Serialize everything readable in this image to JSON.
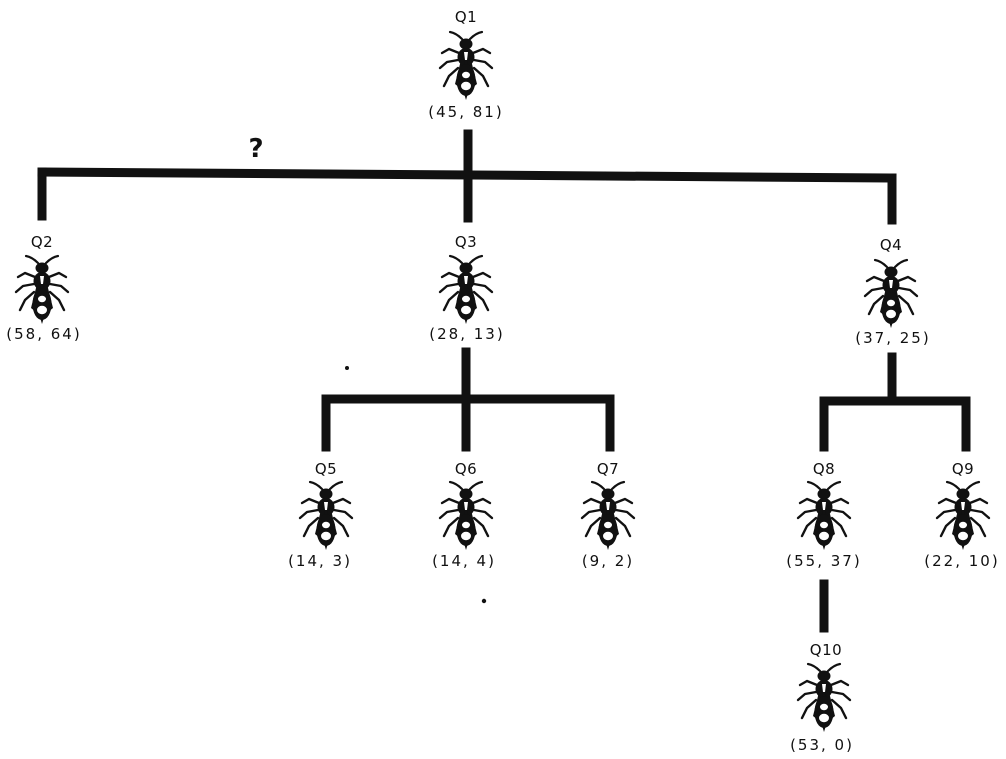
{
  "diagram": {
    "question_mark": "?",
    "colors": {
      "ink": "#111111",
      "background": "#ffffff"
    },
    "nodes": [
      {
        "id": "q1",
        "label": "Q1",
        "values": "(45, 81)",
        "icon": "wasp-icon"
      },
      {
        "id": "q2",
        "label": "Q2",
        "values": "(58, 64)",
        "icon": "wasp-icon"
      },
      {
        "id": "q3",
        "label": "Q3",
        "values": "(28, 13)",
        "icon": "wasp-icon"
      },
      {
        "id": "q4",
        "label": "Q4",
        "values": "(37, 25)",
        "icon": "wasp-icon"
      },
      {
        "id": "q5",
        "label": "Q5",
        "values": "(14, 3)",
        "icon": "wasp-icon"
      },
      {
        "id": "q6",
        "label": "Q6",
        "values": "(14, 4)",
        "icon": "wasp-icon"
      },
      {
        "id": "q7",
        "label": "Q7",
        "values": "(9, 2)",
        "icon": "wasp-icon"
      },
      {
        "id": "q8",
        "label": "Q8",
        "values": "(55, 37)",
        "icon": "wasp-icon"
      },
      {
        "id": "q9",
        "label": "Q9",
        "values": "(22, 10)",
        "icon": "wasp-icon"
      },
      {
        "id": "q10",
        "label": "Q10",
        "values": "(53, 0)",
        "icon": "wasp-icon"
      }
    ],
    "edges": [
      {
        "from": "q1",
        "to": "q2",
        "uncertain": true
      },
      {
        "from": "q1",
        "to": "q3"
      },
      {
        "from": "q1",
        "to": "q4"
      },
      {
        "from": "q3",
        "to": "q5"
      },
      {
        "from": "q3",
        "to": "q6"
      },
      {
        "from": "q3",
        "to": "q7"
      },
      {
        "from": "q4",
        "to": "q8"
      },
      {
        "from": "q4",
        "to": "q9"
      },
      {
        "from": "q8",
        "to": "q10"
      }
    ]
  }
}
